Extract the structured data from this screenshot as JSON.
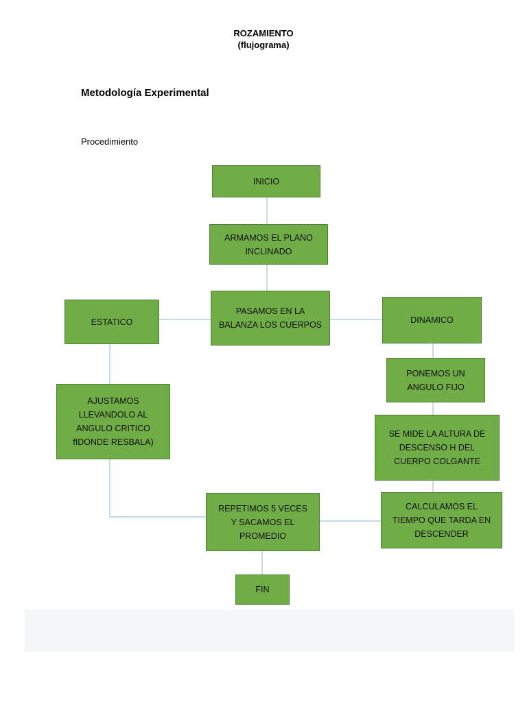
{
  "title": {
    "line1": "ROZAMIENTO",
    "line2": "(flujograma)"
  },
  "heading": "Metodología Experimental",
  "subheading": "Procedimiento",
  "colors": {
    "box_fill": "#70ad47",
    "box_border": "#507e32",
    "connector": "#9dc3e6"
  },
  "nodes": {
    "inicio": "INICIO",
    "armamos": "ARMAMOS EL PLANO INCLINADO",
    "pasamos": "PASAMOS EN LA BALANZA LOS CUERPOS",
    "estatico": "ESTATICO",
    "dinamico": "DINAMICO",
    "ajustamos": "AJUSTAMOS LLEVANDOLO AL ANGULO CRITICO fIDONDE RESBALA)",
    "ponemos": "PONEMOS UN ANGULO FIJO",
    "se_mide": "SE MIDE LA ALTURA DE DESCENSO H DEL CUERPO COLGANTE",
    "calculamos": "CALCULAMOS EL TIEMPO QUE TARDA EN DESCENDER",
    "repetimos": "REPETIMOS 5 VECES Y SACAMOS EL PROMEDIO",
    "fin": "FIN"
  }
}
